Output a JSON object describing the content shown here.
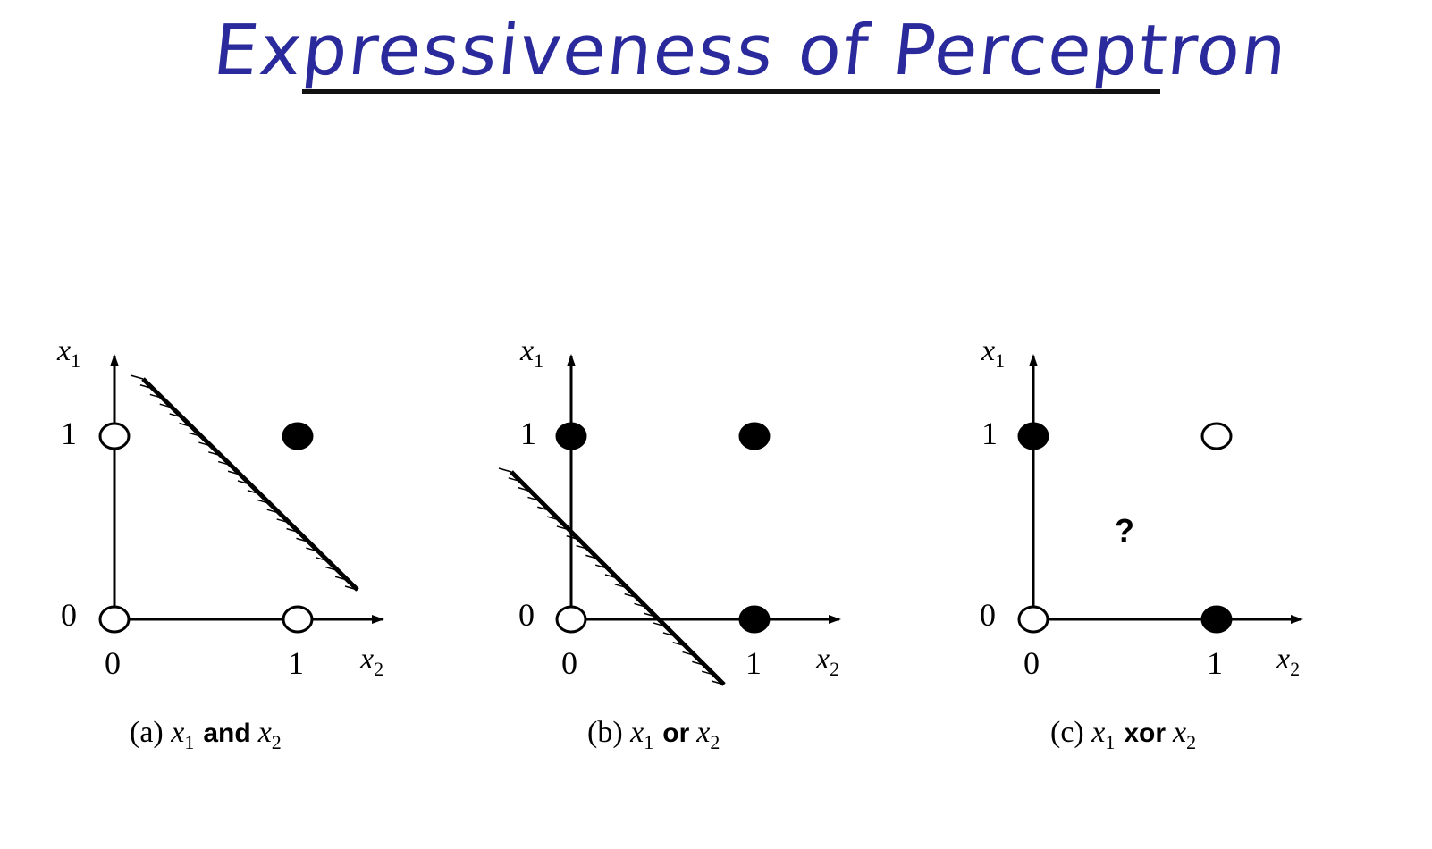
{
  "slide": {
    "title": "Expressiveness of Perceptron"
  },
  "panels": [
    {
      "caption_prefix": "(a) ",
      "caption_var1": "x",
      "caption_sub1": "1",
      "caption_op": "and",
      "caption_var2": "x",
      "caption_sub2": "2",
      "points": [
        {
          "x2": 0,
          "x1": 0,
          "filled": false
        },
        {
          "x2": 1,
          "x1": 0,
          "filled": false
        },
        {
          "x2": 0,
          "x1": 1,
          "filled": false
        },
        {
          "x2": 1,
          "x1": 1,
          "filled": true
        }
      ],
      "separator": true
    },
    {
      "caption_prefix": "(b) ",
      "caption_var1": "x",
      "caption_sub1": "1",
      "caption_op": "or",
      "caption_var2": "x",
      "caption_sub2": "2",
      "points": [
        {
          "x2": 0,
          "x1": 0,
          "filled": false
        },
        {
          "x2": 1,
          "x1": 0,
          "filled": true
        },
        {
          "x2": 0,
          "x1": 1,
          "filled": true
        },
        {
          "x2": 1,
          "x1": 1,
          "filled": true
        }
      ],
      "separator": true
    },
    {
      "caption_prefix": "(c) ",
      "caption_var1": "x",
      "caption_sub1": "1",
      "caption_op": "xor",
      "caption_var2": "x",
      "caption_sub2": "2",
      "points": [
        {
          "x2": 0,
          "x1": 0,
          "filled": false
        },
        {
          "x2": 1,
          "x1": 0,
          "filled": true
        },
        {
          "x2": 0,
          "x1": 1,
          "filled": true
        },
        {
          "x2": 1,
          "x1": 1,
          "filled": false
        }
      ],
      "separator": false,
      "unknown_mark": "?"
    }
  ],
  "axes": {
    "y_label": "x",
    "y_sub": "1",
    "x_label": "x",
    "x_sub": "2",
    "tick_0": "0",
    "tick_1": "1"
  }
}
